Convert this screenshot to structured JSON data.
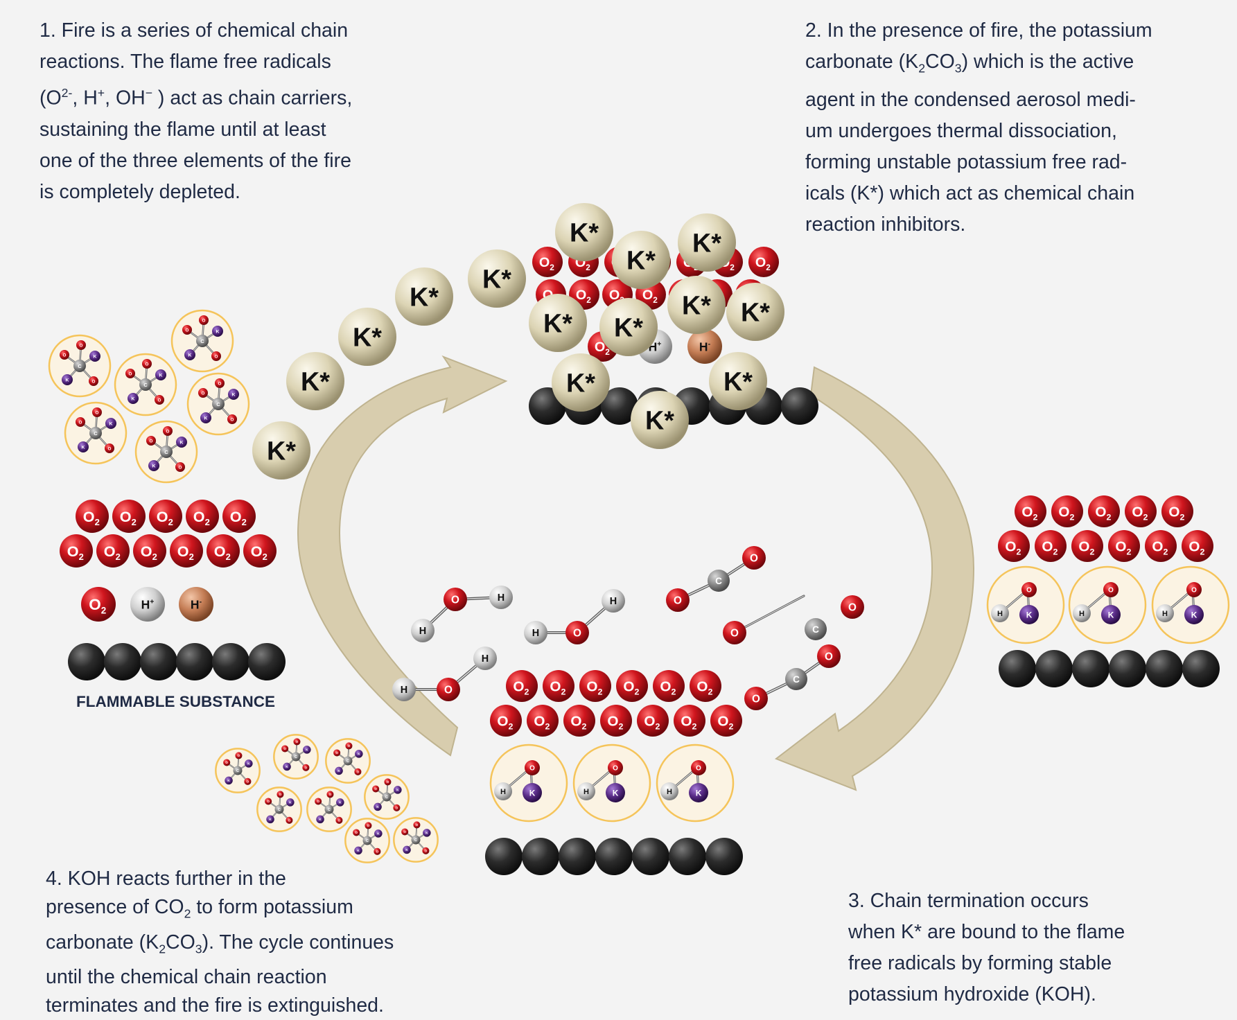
{
  "captions": {
    "step1": [
      {
        "text": "1. Fire is a series of chemical chain"
      },
      {
        "text": "reactions. The flame free radicals"
      },
      {
        "parts": [
          "(O",
          "2-",
          ", H",
          "+",
          ", OH",
          "−",
          " ) act as chain carriers,"
        ]
      },
      {
        "text": "sustaining the flame until at least"
      },
      {
        "text": "one of the three elements of the fire"
      },
      {
        "text": "is completely depleted."
      }
    ],
    "step2": [
      {
        "text": "2. In the presence of fire, the potassium"
      },
      {
        "parts": [
          "carbonate (K",
          "2",
          "CO",
          "3",
          ") which is the active"
        ]
      },
      {
        "text": "agent in the condensed aerosol medi-"
      },
      {
        "text": "um undergoes thermal dissociation,"
      },
      {
        "text": "forming unstable potassium free rad-"
      },
      {
        "text": "icals (K*) which act as chemical chain"
      },
      {
        "text": "reaction inhibitors."
      }
    ],
    "step3": [
      {
        "text": "3. Chain termination occurs"
      },
      {
        "text": "when K* are bound to the flame"
      },
      {
        "text": "free radicals by forming stable"
      },
      {
        "text": "potassium hydroxide (KOH)."
      }
    ],
    "step4": [
      {
        "text": "4. KOH reacts further in the"
      },
      {
        "parts": [
          "presence of  CO",
          "2",
          " to form potassium"
        ]
      },
      {
        "parts": [
          "carbonate (K",
          "2",
          "CO",
          "3",
          "). The cycle continues"
        ]
      },
      {
        "text": "until the chemical chain reaction"
      },
      {
        "text": "terminates and the fire is extinguished."
      }
    ]
  },
  "labels": {
    "flammable_substance": "FLAMMABLE SUBSTANCE",
    "k_radical": "K*",
    "oxygen": "O",
    "oxygen_sub": "2",
    "h_plus": "H+",
    "h_minus": "H-",
    "hydrogen": "H",
    "potassium": "K",
    "carbon": "C"
  },
  "colors": {
    "background": "#f3f3f3",
    "text": "#1f2a44",
    "oxygen": "#c8141c",
    "k_radical": "#d9d1b0",
    "hydrogen": "#d4d4d4",
    "h_minus": "#c8855f",
    "carbon": "#8e8e8e",
    "potassium": "#5a2d88",
    "substance": "#2a2a2a",
    "arrow": "#d8cdae",
    "koh_ring": "#f5c45a"
  }
}
